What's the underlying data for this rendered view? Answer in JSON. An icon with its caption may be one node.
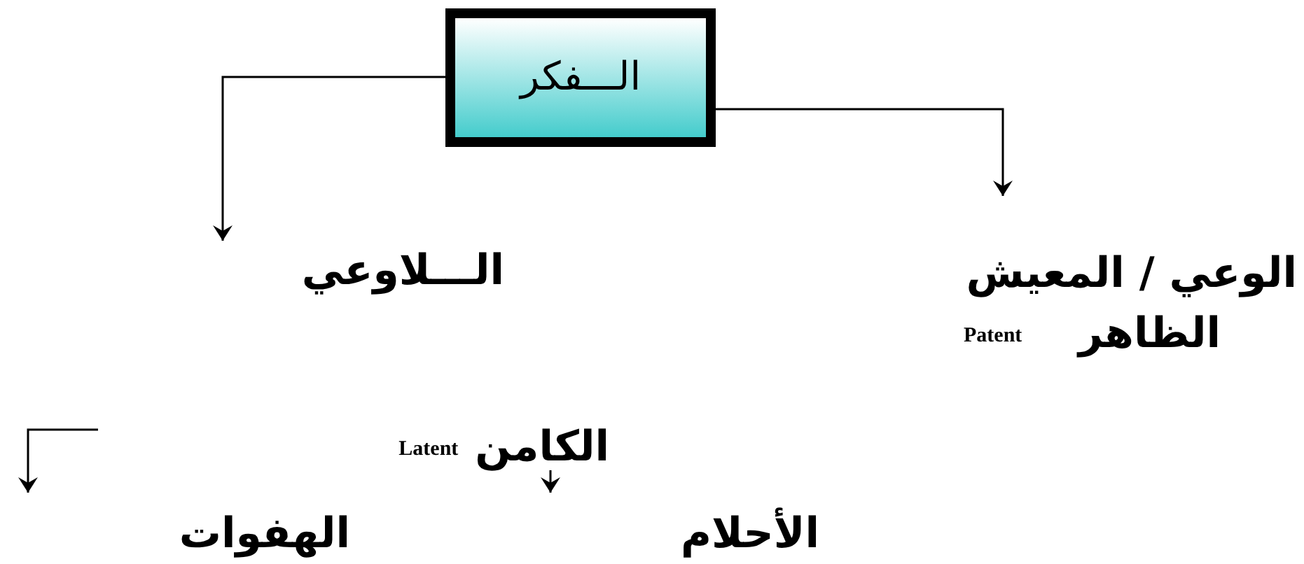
{
  "diagram": {
    "nodes": [
      {
        "text": [
          "الـــفكر"
        ]
      },
      {
        "text": [
          "الوعي / المعيش"
        ]
      },
      {
        "text": [
          "الـــلاوعي"
        ]
      },
      {
        "text": [
          "الكامن",
          "Latent"
        ]
      },
      {
        "text": [
          "الأحلام"
        ]
      },
      {
        "text": [
          "الهفوات"
        ]
      }
    ],
    "edges": [
      {
        "from": 0,
        "to": 2,
        "arrow": "to"
      },
      {
        "from": 0,
        "to": 1,
        "arrow": "to"
      },
      {
        "from": 3,
        "to": null,
        "arrow": "to"
      }
    ],
    "labels": [
      "الظاهر",
      "Patent"
    ]
  }
}
